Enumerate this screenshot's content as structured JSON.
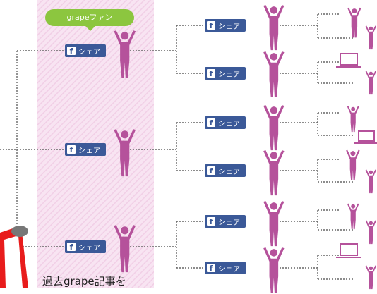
{
  "diagram": {
    "fan_label": "grapeファン",
    "share_label": "シェア",
    "fb_glyph": "f",
    "caption": "過去grape記事を",
    "colors": {
      "person": "#b5529b",
      "share_button": "#3b5998",
      "fan_tag": "#8cc63f",
      "highlight_band": "#f6dcef",
      "connector": "#666666",
      "device_red": "#e81c1c"
    }
  }
}
